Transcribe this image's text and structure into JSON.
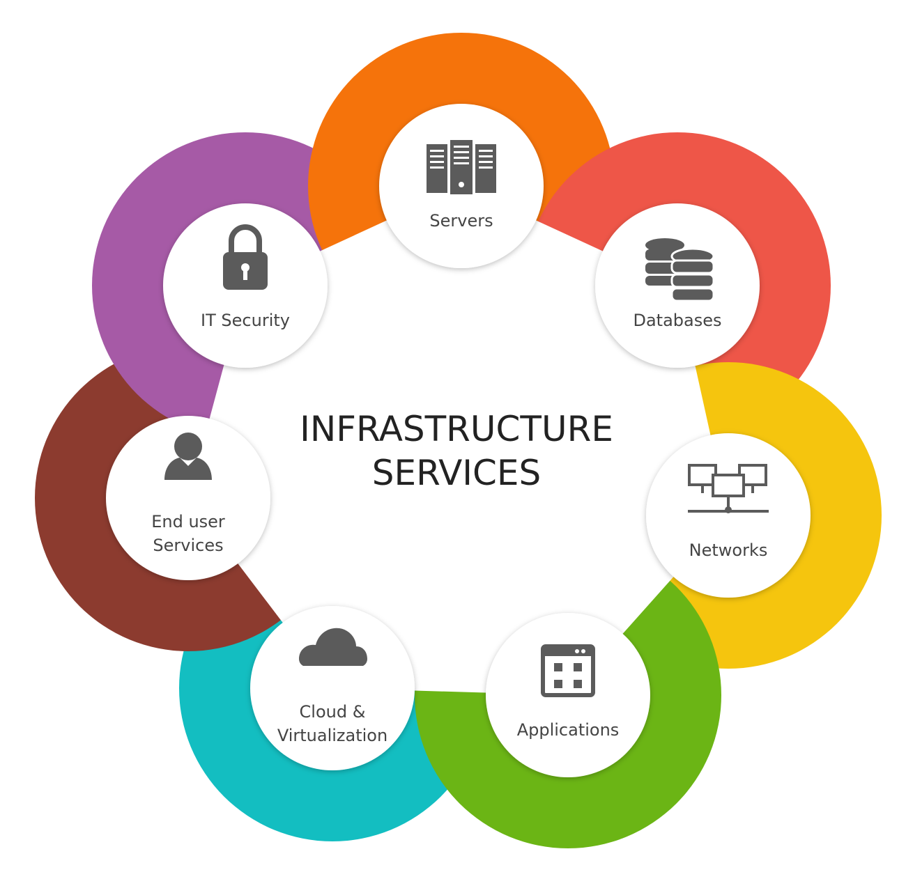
{
  "title": {
    "line1": "INFRASTRUCTURE",
    "line2": "SERVICES"
  },
  "nodes": [
    {
      "id": "servers",
      "label": [
        "Servers"
      ],
      "icon": "server-rack-icon",
      "color": "#F5730B"
    },
    {
      "id": "databases",
      "label": [
        "Databases"
      ],
      "icon": "database-icon",
      "color": "#EE5648"
    },
    {
      "id": "networks",
      "label": [
        "Networks"
      ],
      "icon": "network-icon",
      "color": "#F5C50E"
    },
    {
      "id": "applications",
      "label": [
        "Applications"
      ],
      "icon": "application-window-icon",
      "color": "#6BB515"
    },
    {
      "id": "cloud",
      "label": [
        "Cloud &",
        "Virtualization"
      ],
      "icon": "cloud-icon",
      "color": "#13BEC1"
    },
    {
      "id": "end-user",
      "label": [
        "End user",
        "Services"
      ],
      "icon": "user-icon",
      "color": "#8C3B2F"
    },
    {
      "id": "it-security",
      "label": [
        "IT Security"
      ],
      "icon": "padlock-icon",
      "color": "#A65AA6"
    }
  ]
}
